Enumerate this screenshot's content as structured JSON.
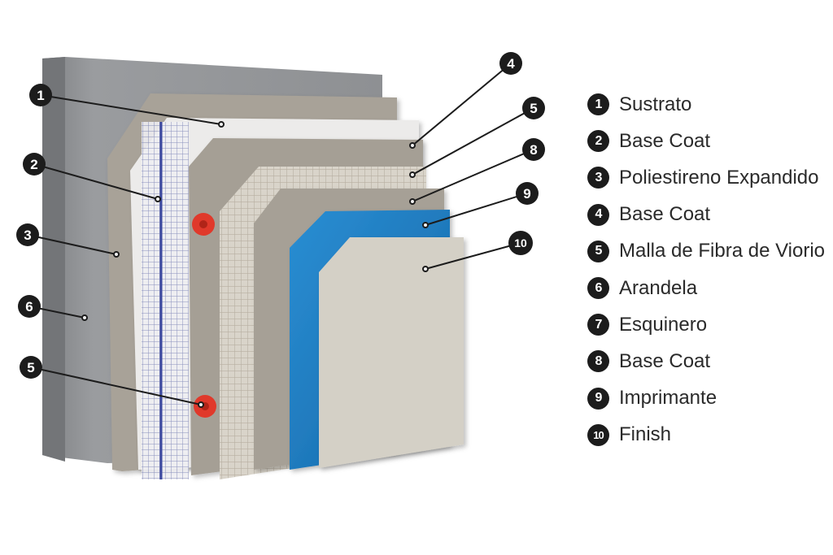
{
  "diagram": {
    "callouts": [
      "1",
      "2",
      "3",
      "6",
      "5",
      "4",
      "5",
      "8",
      "9",
      "10"
    ]
  },
  "legend": {
    "items": [
      {
        "number": "1",
        "label": "Sustrato"
      },
      {
        "number": "2",
        "label": "Base Coat"
      },
      {
        "number": "3",
        "label": "Poliestireno Expandido"
      },
      {
        "number": "4",
        "label": "Base Coat"
      },
      {
        "number": "5",
        "label": "Malla de Fibra de Viorio"
      },
      {
        "number": "6",
        "label": "Arandela"
      },
      {
        "number": "7",
        "label": "Esquinero"
      },
      {
        "number": "8",
        "label": "Base Coat"
      },
      {
        "number": "9",
        "label": "Imprimante"
      },
      {
        "number": "10",
        "label": "Finish"
      }
    ]
  },
  "colors": {
    "substrate": "#8d8f92",
    "base_coat": "#a39e95",
    "eps": "#ecebea",
    "mesh": "#d8d3c9",
    "washer": "#e0392b",
    "primer": "#1f7fc0",
    "finish": "#d4d0c6",
    "badge": "#1c1c1c"
  }
}
